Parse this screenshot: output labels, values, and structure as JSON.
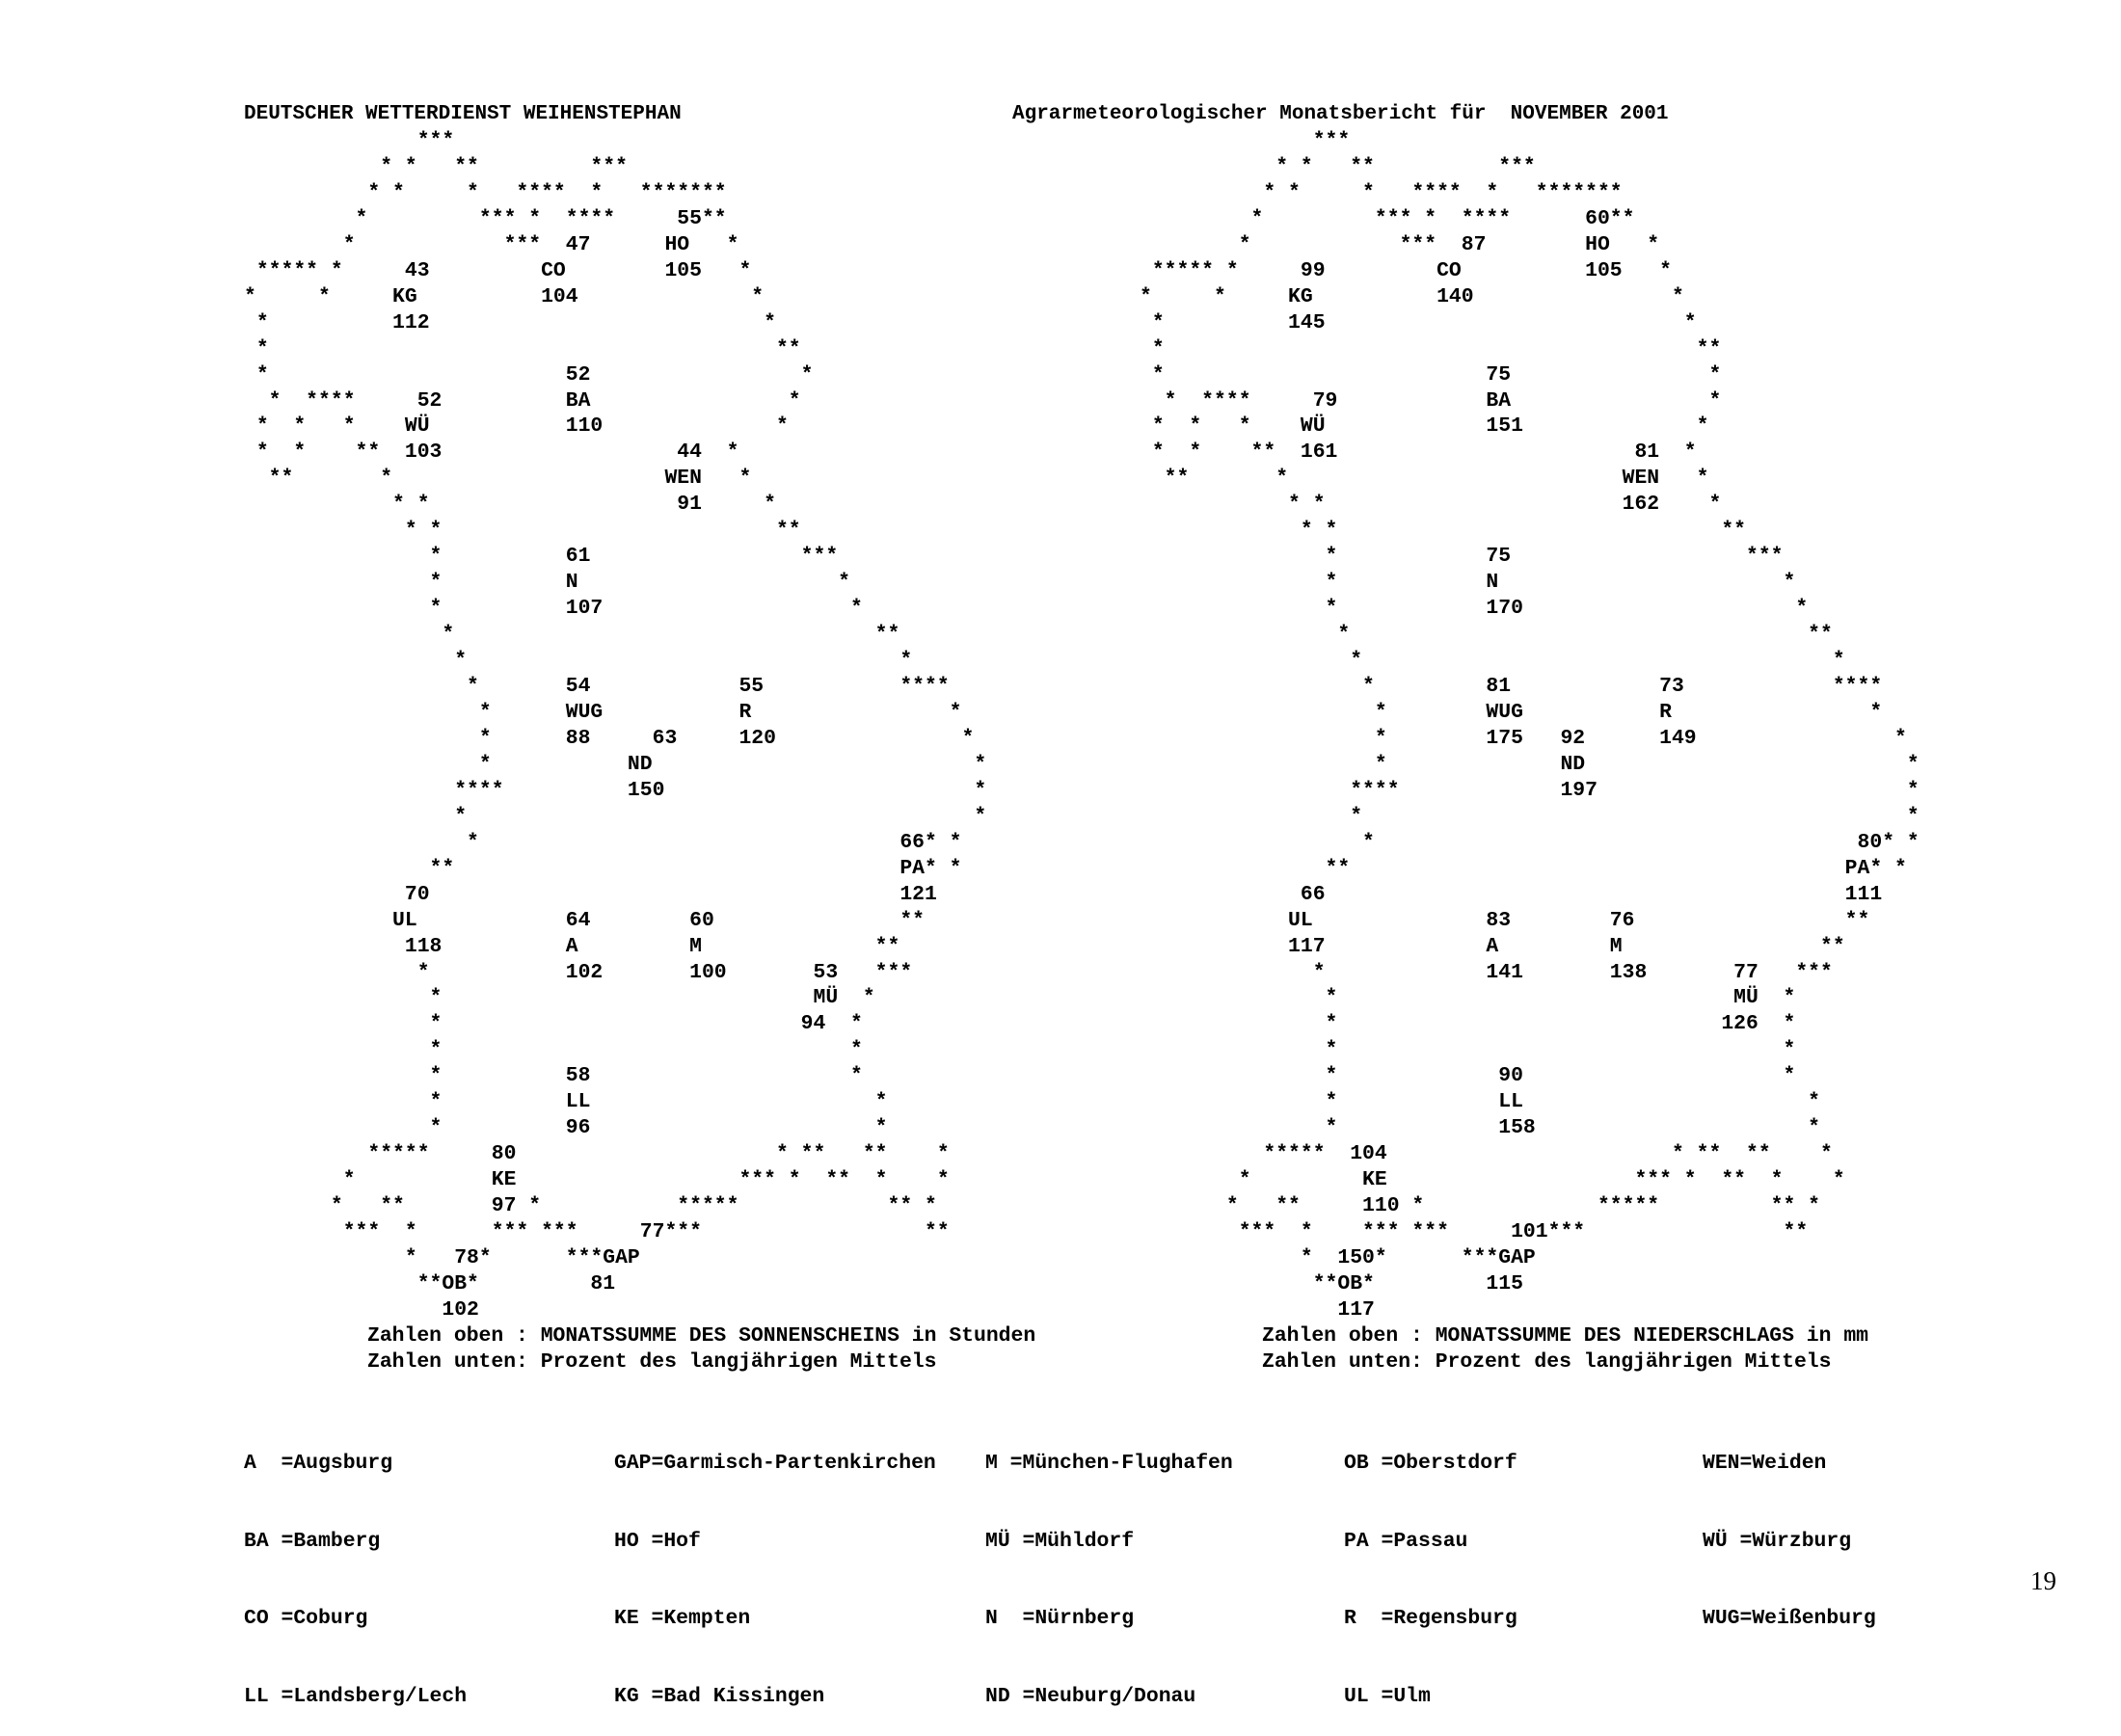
{
  "header": {
    "left": "DEUTSCHER WETTERDIENST WEIHENSTEPHAN",
    "right": "Agrarmeteorologischer Monatsbericht für  NOVEMBER 2001"
  },
  "maps": {
    "sunshine": "              ***\n           * *   **         ***\n          * *     *   ****  *   *******\n         *         *** *  ****     55**\n        *            ***  47      HO   *\n ***** *     43         CO        105   *\n*     *     KG          104              *\n *          112                           *\n *                                         **\n *                        52                 *\n  *  ****     52          BA                *\n *  *   *    WÜ           110              *\n *  *    **  103                   44  *\n  **       *                      WEN   *\n            * *                    91     *\n             * *                           **\n               *          61                 ***\n               *          N                     *\n               *          107                    *\n                *                                  **\n                 *                                   *\n                  *       54            55           ****\n                   *      WUG           R                *\n                   *      88     63     120               *\n                   *           ND                          *\n                 ****          150                         *\n                 *                                         *\n                  *                                  66* *\n               **                                    PA* *\n             70                                      121\n            UL            64        60               **\n             118          A         M              **\n              *           102       100       53   ***\n               *                              MÜ  *\n               *                             94  *\n               *                                 *\n               *          58                     *\n               *          LL                       *\n               *          96                       *\n          *****     80                     * **   **    *\n        *           KE                  *** *  **  *    *\n       *   **       97 *           *****            ** *\n        ***  *      *** ***     77***                  **\n             *   78*      ***GAP\n              **OB*         81\n                102",
    "precipitation": "              ***\n           * *   **          ***\n          * *     *   ****  *   *******\n         *         *** *  ****      60**\n        *            ***  87        HO   *\n ***** *     99         CO          105   *\n*     *     KG          140                *\n *          145                             *\n *                                           **\n *                          75                *\n  *  ****     79            BA                *\n *  *   *    WÜ             151              *\n *  *    **  161                        81  *\n  **       *                           WEN   *\n            * *                        162    *\n             * *                               **\n               *            75                   ***\n               *            N                       *\n               *            170                      *\n                *                                     **\n                 *                                      *\n                  *         81            73            ****\n                   *        WUG           R                *\n                   *        175   92      149                *\n                   *              ND                          *\n                 ****             197                         *\n                 *                                            *\n                  *                                       80* *\n               **                                        PA* *\n             66                                          111\n            UL              83        76                 **\n            117             A         M                **\n              *             141       138       77   ***\n               *                                MÜ  *\n               *                               126  *\n               *                                    *\n               *             90                     *\n               *             LL                       *\n               *             158                      *\n          *****  104                       * **  **    *\n        *         KE                    *** *  **  *    *\n       *   **     110 *              *****         ** *\n        ***  *    *** ***     101***                **\n             *  150*      ***GAP\n              **OB*         115\n                117"
  },
  "captions": {
    "sunshine_top": "Zahlen oben : MONATSSUMME DES SONNENSCHEINS in Stunden",
    "sunshine_bottom": "Zahlen unten: Prozent des langjährigen Mittels",
    "precip_top": "Zahlen oben : MONATSSUMME DES NIEDERSCHLAGS in mm",
    "precip_bottom": "Zahlen unten: Prozent des langjährigen Mittels"
  },
  "legend": [
    [
      "A  =Augsburg",
      "BA =Bamberg",
      "CO =Coburg",
      "LL =Landsberg/Lech"
    ],
    [
      "GAP=Garmisch-Partenkirchen",
      "HO =Hof",
      "KE =Kempten",
      "KG =Bad Kissingen"
    ],
    [
      "M =München-Flughafen",
      "MÜ =Mühldorf",
      "N  =Nürnberg",
      "ND =Neuburg/Donau"
    ],
    [
      "OB =Oberstdorf",
      "PA =Passau",
      "R  =Regensburg",
      "UL =Ulm"
    ],
    [
      "WEN=Weiden",
      "WÜ =Würzburg",
      "WUG=Weißenburg"
    ]
  ],
  "page_number": "19"
}
